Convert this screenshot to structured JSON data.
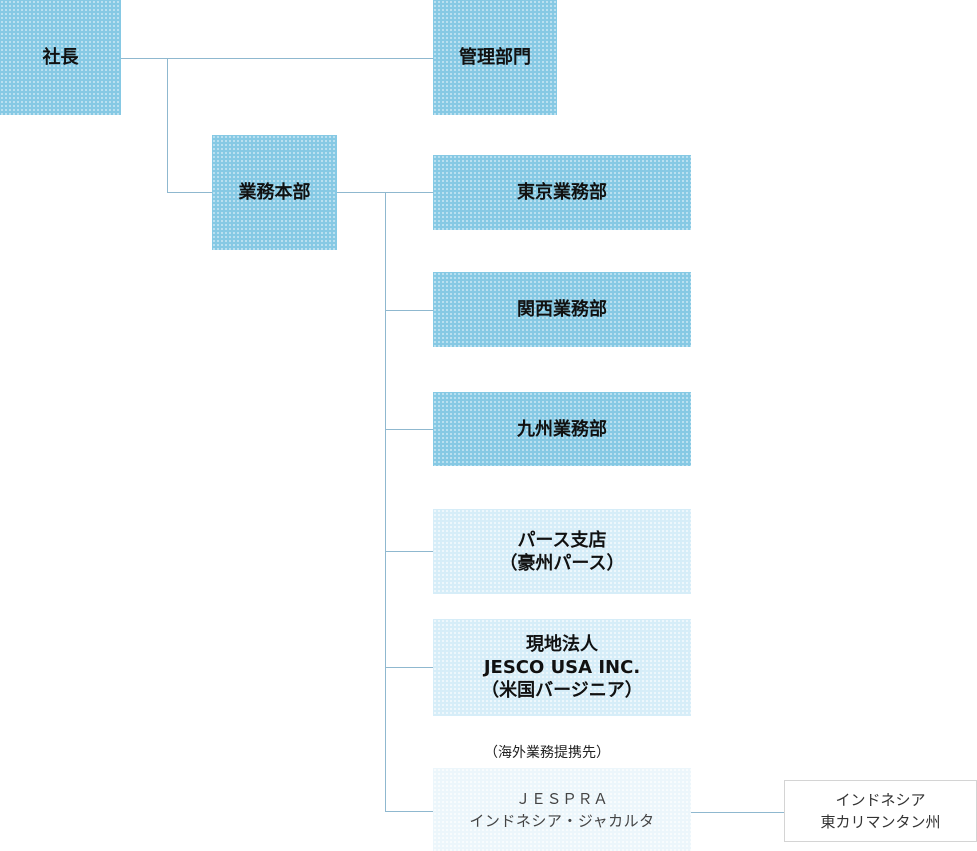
{
  "org_chart": {
    "president": "社長",
    "admin_dept": "管理部門",
    "business_hq": "業務本部",
    "tokyo": "東京業務部",
    "kansai": "関西業務部",
    "kyushu": "九州業務部",
    "perth": "パース支店\n（豪州パース）",
    "usa": "現地法人\nJESCO USA INC.\n（米国バージニア）",
    "overseas_note": "（海外業務提携先）",
    "jespra": "ＪＥＳＰＲＡ\nインドネシア・ジャカルタ",
    "kalimantan": "インドネシア\n東カリマンタン州"
  },
  "colors": {
    "dark_box": "#86c9e4",
    "light_box": "#d6edf8",
    "pale_box": "#ecf6fb",
    "connector": "#8fb8cf"
  }
}
